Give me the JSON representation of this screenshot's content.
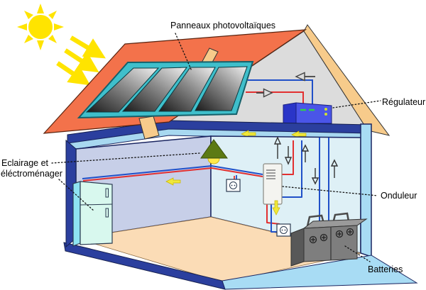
{
  "diagram": {
    "type": "solar-home-installation-schematic",
    "labels": {
      "panels": "Panneaux photovoltaïques",
      "regulator": "Régulateur",
      "lighting_line1": "Eclairage et",
      "lighting_line2": "éléctroménager",
      "inverter": "Onduleur",
      "batteries": "Batteries"
    },
    "colors": {
      "sun": "#FFE400",
      "roof": "#F3724B",
      "roof_trim": "#F7CB8B",
      "gable": "#DCDCDC",
      "attic_beam": "#2B3F9E",
      "top_plate": "#A8D8F0",
      "wall_left": "#C7CFE8",
      "wall_right": "#DEF0F6",
      "wall_edge": "#A8DCF4",
      "floor": "#FBDCB6",
      "panel_frame": "#3FBFCB",
      "regulator_front": "#4A55E8",
      "regulator_side": "#2A35C8",
      "regulator_leds": "#2FD04A",
      "wire_red": "#E23030",
      "wire_blue": "#2050C8",
      "battery_front": "#7E7E7E",
      "fridge": "#D8F8EE",
      "lamp_shade": "#5C7A14",
      "flow_arrow_yellow": "#F0E83A"
    }
  }
}
